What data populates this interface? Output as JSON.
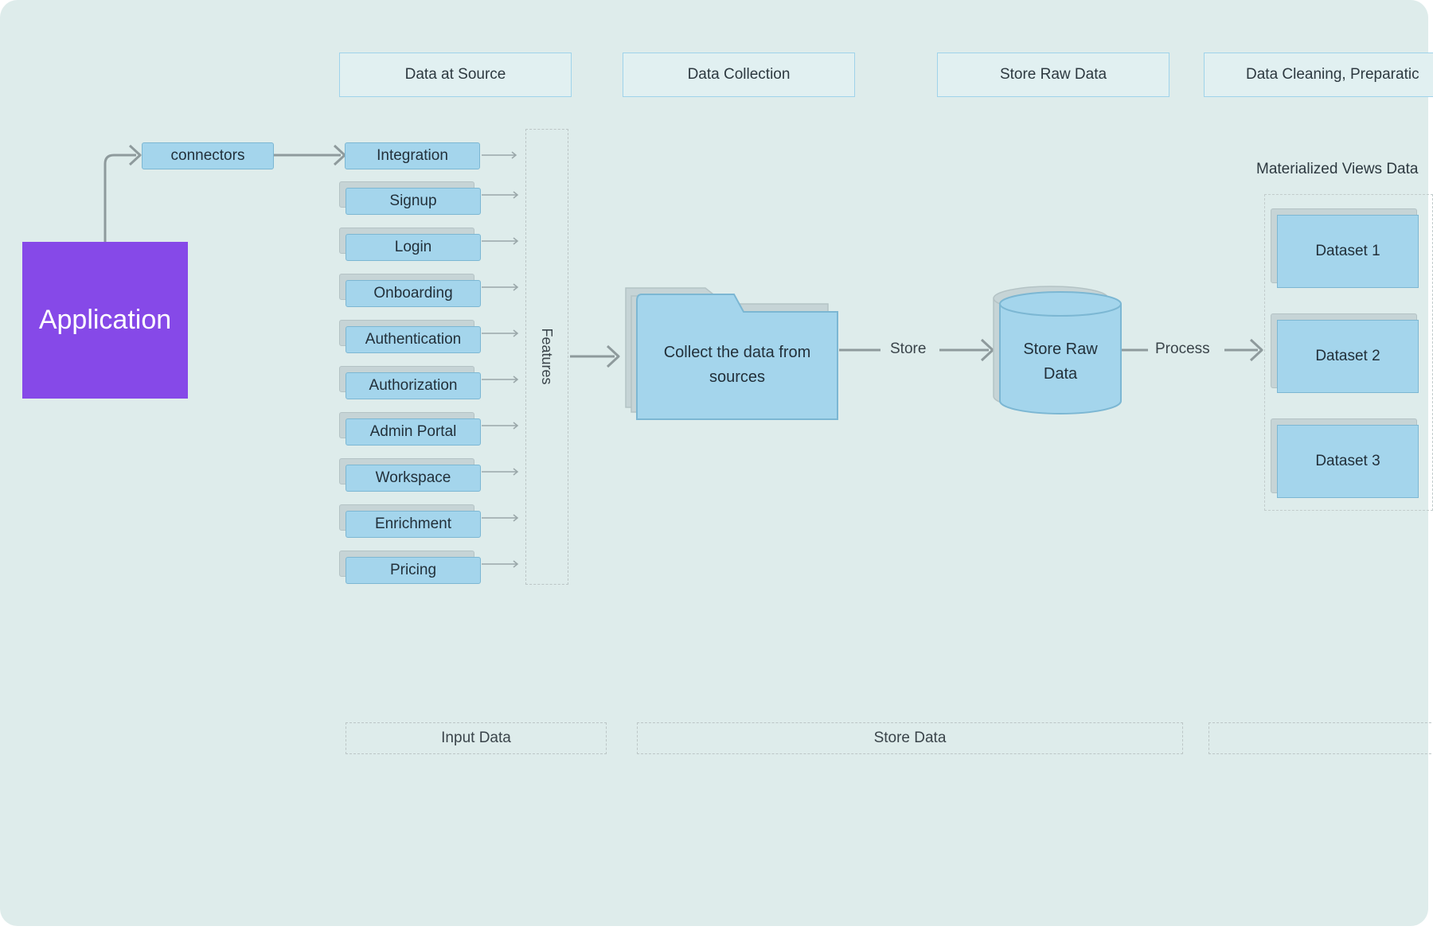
{
  "colors": {
    "background": "#deeceb",
    "application": "#8649e8",
    "node_fill": "#a4d5ec",
    "node_border": "#7cb7d3",
    "connector": "#8e9a9c"
  },
  "stages": [
    {
      "label": "Data at Source"
    },
    {
      "label": "Data Collection"
    },
    {
      "label": "Store Raw Data"
    },
    {
      "label": "Data Cleaning, Preparatic"
    }
  ],
  "application": {
    "label": "Application"
  },
  "connectors": {
    "label": "connectors"
  },
  "sources": [
    {
      "label": "Integration"
    },
    {
      "label": "Signup"
    },
    {
      "label": "Login"
    },
    {
      "label": "Onboarding"
    },
    {
      "label": "Authentication"
    },
    {
      "label": "Authorization"
    },
    {
      "label": "Admin Portal"
    },
    {
      "label": "Workspace"
    },
    {
      "label": "Enrichment"
    },
    {
      "label": "Pricing"
    }
  ],
  "features": {
    "label": "Features"
  },
  "collect": {
    "line1": "Collect the data from",
    "line2": "sources"
  },
  "edges": {
    "store": "Store",
    "process": "Process"
  },
  "raw_store": {
    "line1": "Store Raw",
    "line2": "Data"
  },
  "materialized": {
    "label": "Materialized Views Data",
    "datasets": [
      {
        "label": "Dataset 1"
      },
      {
        "label": "Dataset 2"
      },
      {
        "label": "Dataset 3"
      }
    ]
  },
  "footers": [
    {
      "label": "Input Data"
    },
    {
      "label": "Store Data"
    },
    {
      "label": ""
    }
  ]
}
